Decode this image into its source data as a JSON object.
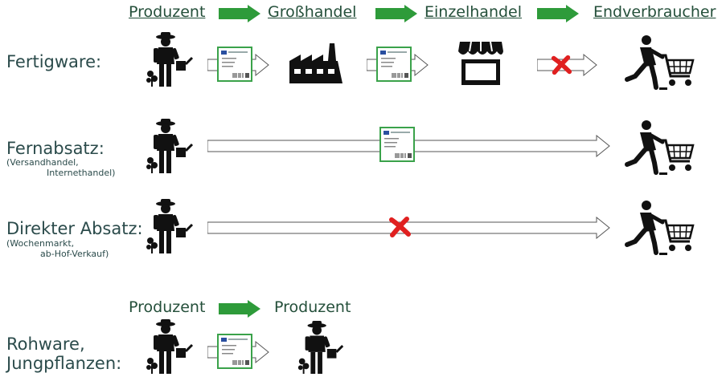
{
  "header": {
    "stages": [
      "Produzent",
      "Großhandel",
      "Einzelhandel",
      "Endverbraucher"
    ]
  },
  "rows": {
    "fertigware": {
      "label": "Fertigware:"
    },
    "fernabsatz": {
      "label": "Fernabsatz:",
      "sub1": "(Versandhandel,",
      "sub2": "Internethandel)"
    },
    "direkt": {
      "label": "Direkter Absatz:",
      "sub1": "(Wochenmarkt,",
      "sub2": "ab-Hof-Verkauf)"
    },
    "rohware": {
      "label1": "Rohware,",
      "label2": "Jungpflanzen:",
      "from": "Produzent",
      "to": "Produzent"
    }
  },
  "colors": {
    "arrow_green": "#2e9b3a",
    "passport_border": "#3aa24a",
    "cross_red": "#e02020",
    "text_green": "#244f3a"
  },
  "icons": [
    "farmer-icon",
    "factory-icon",
    "shop-icon",
    "shopper-cart-icon",
    "plant-passport-icon",
    "red-cross-icon"
  ]
}
